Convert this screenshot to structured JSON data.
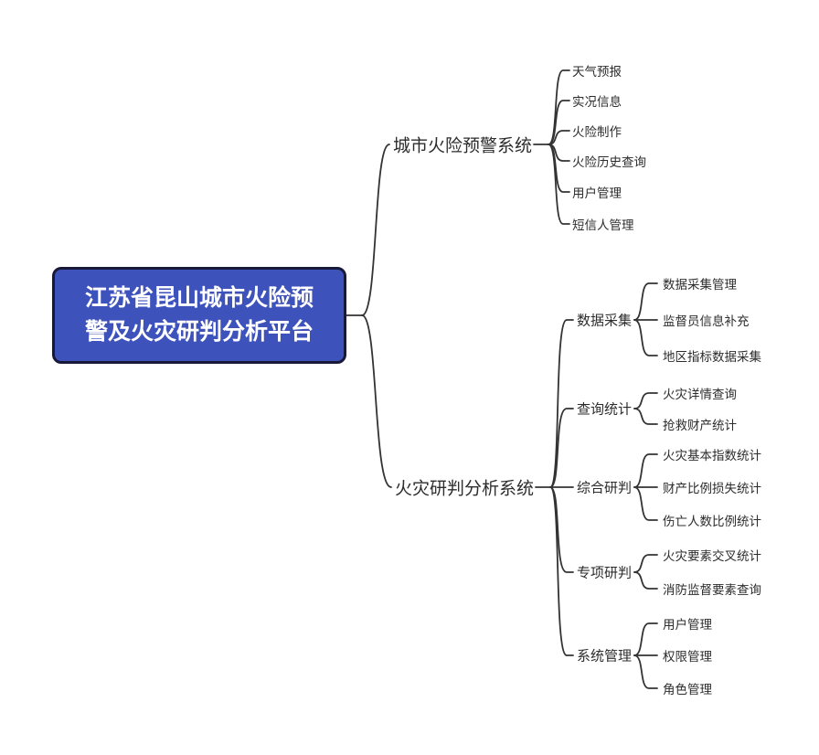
{
  "colors": {
    "background": "#ffffff",
    "line": "#333333",
    "text": "#2d2d2d",
    "root_fill": "#3d52bb",
    "root_border": "#181838",
    "root_text": "#ffffff"
  },
  "diagram": {
    "type": "mindmap",
    "root": {
      "label": "江苏省昆山城市火险预警及火灾研判分析平台",
      "lines": [
        "江苏省昆山城市火险预",
        "警及火灾研判分析平台"
      ]
    },
    "branches": [
      {
        "label": "城市火险预警系统",
        "children": [
          {
            "label": "天气预报"
          },
          {
            "label": "实况信息"
          },
          {
            "label": "火险制作"
          },
          {
            "label": "火险历史查询"
          },
          {
            "label": "用户管理"
          },
          {
            "label": "短信人管理"
          }
        ]
      },
      {
        "label": "火灾研判分析系统",
        "children": [
          {
            "label": "数据采集",
            "children": [
              {
                "label": "数据采集管理"
              },
              {
                "label": "监督员信息补充"
              },
              {
                "label": "地区指标数据采集"
              }
            ]
          },
          {
            "label": "查询统计",
            "children": [
              {
                "label": "火灾详情查询"
              },
              {
                "label": "抢救财产统计"
              }
            ]
          },
          {
            "label": "综合研判",
            "children": [
              {
                "label": "火灾基本指数统计"
              },
              {
                "label": "财产比例损失统计"
              },
              {
                "label": "伤亡人数比例统计"
              }
            ]
          },
          {
            "label": "专项研判",
            "children": [
              {
                "label": "火灾要素交叉统计"
              },
              {
                "label": "消防监督要素查询"
              }
            ]
          },
          {
            "label": "系统管理",
            "children": [
              {
                "label": "用户管理"
              },
              {
                "label": "权限管理"
              },
              {
                "label": "角色管理"
              }
            ]
          }
        ]
      }
    ]
  }
}
